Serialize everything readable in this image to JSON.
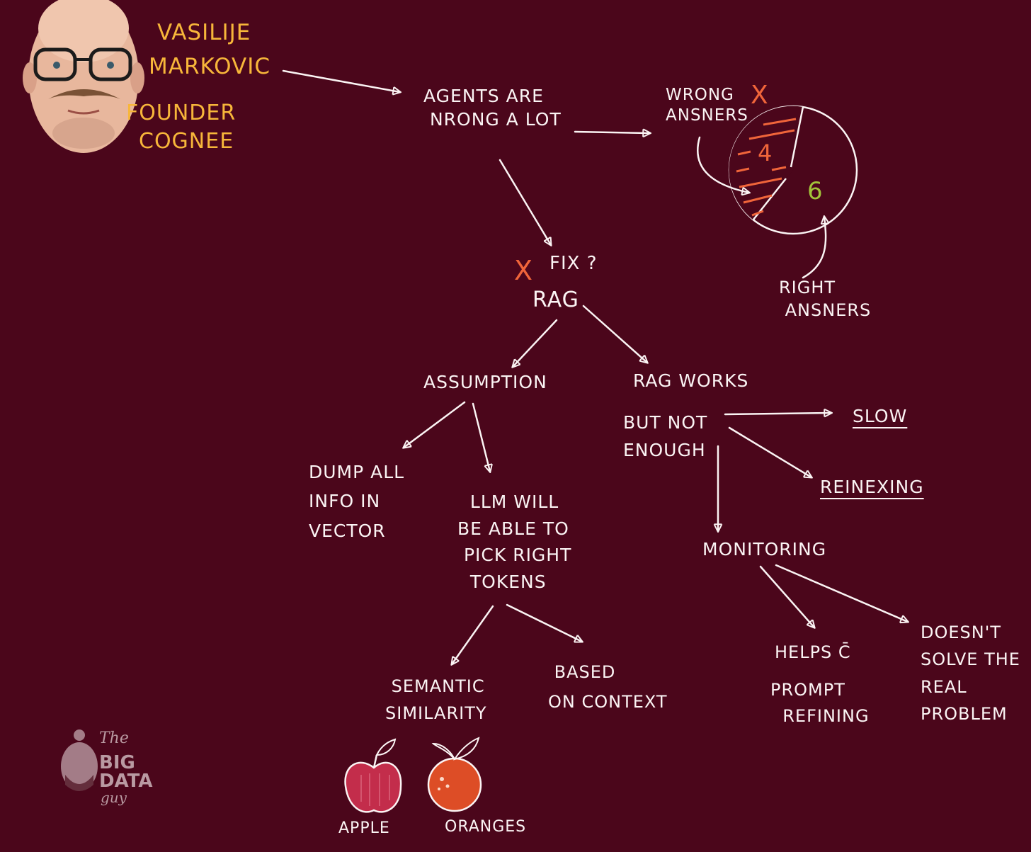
{
  "colors": {
    "background": "#4b061b",
    "ink": "#fbf4f4",
    "speaker_accent": "#f7b63a",
    "cross": "#f0653a",
    "right_count": "#a2c43a",
    "apple": "#c32d4b",
    "orange": "#dd4d26"
  },
  "speaker": {
    "first_name": "VASILIJE",
    "last_name": "MARKOVIC",
    "role": "FOUNDER",
    "company": "COGNEE"
  },
  "nodes": {
    "agents": "AGENTS ARE\n NRONG A LOT",
    "wrong_answers": "WRONG\nANSNERS",
    "wrong_count": "4",
    "right_count": "6",
    "right_answers": "RIGHT\n ANSNERS",
    "cross_mark": "X",
    "fix": "FIX ?",
    "rag": "RAG",
    "assumption": "ASSUMPTION",
    "rag_works": "RAG WORKS",
    "but_not_enough": "BUT NOT\nENOUGH",
    "slow": "SLOW",
    "reindexing": "REINEXING",
    "monitoring": "MONITORING",
    "dump_all": "DUMP ALL\nINFO IN\nVECTOR",
    "llm_will": "  LLM WILL\nBE ABLE TO\n PICK RIGHT\n  TOKENS",
    "semantic": " SEMANTIC\nSIMILARITY",
    "based": " BASED\nON CONTEXT",
    "helps": "HELPS C̄",
    "prompt": "PROMPT\n  REFINING",
    "doesnt": "DOESN'T\nSOLVE THE\nREAL\nPROBLEM",
    "apple": "APPLE",
    "oranges": "ORANGES"
  },
  "logo": {
    "the": "The",
    "big": "BIG",
    "data": "DATA",
    "guy": "guy"
  }
}
